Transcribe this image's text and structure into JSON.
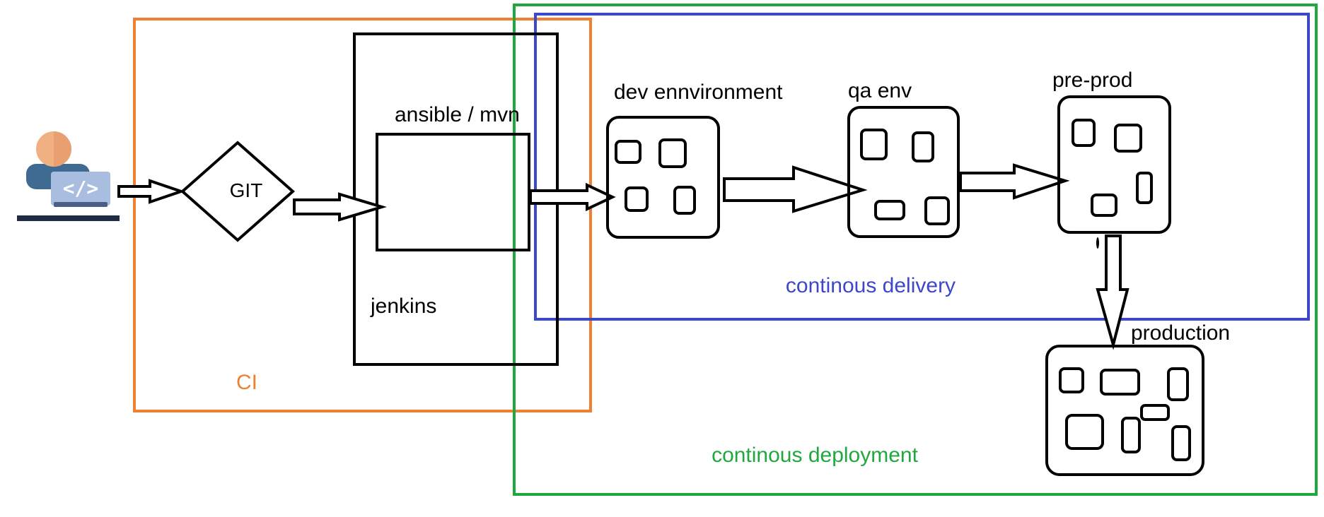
{
  "regions": {
    "ci": {
      "label": "CI",
      "color": "#f07f32"
    },
    "delivery": {
      "label": "continous delivery",
      "color": "#3d47c9"
    },
    "deployment": {
      "label": "continous deployment",
      "color": "#20a83f"
    }
  },
  "nodes": {
    "developer": {
      "icon": "developer-laptop-icon"
    },
    "git": {
      "label": "GIT"
    },
    "jenkins": {
      "label": "jenkins"
    },
    "build_tool": {
      "label": "ansible / mvn"
    },
    "dev": {
      "label": "dev ennvironment"
    },
    "qa": {
      "label": "qa env"
    },
    "preprod": {
      "label": "pre-prod"
    },
    "production": {
      "label": "production"
    }
  },
  "colors": {
    "stroke": "#000000",
    "skin": "#f1b082",
    "shirt": "#3f6a92",
    "laptop": "#a8bde0",
    "laptop_dark": "#4a5f86"
  }
}
